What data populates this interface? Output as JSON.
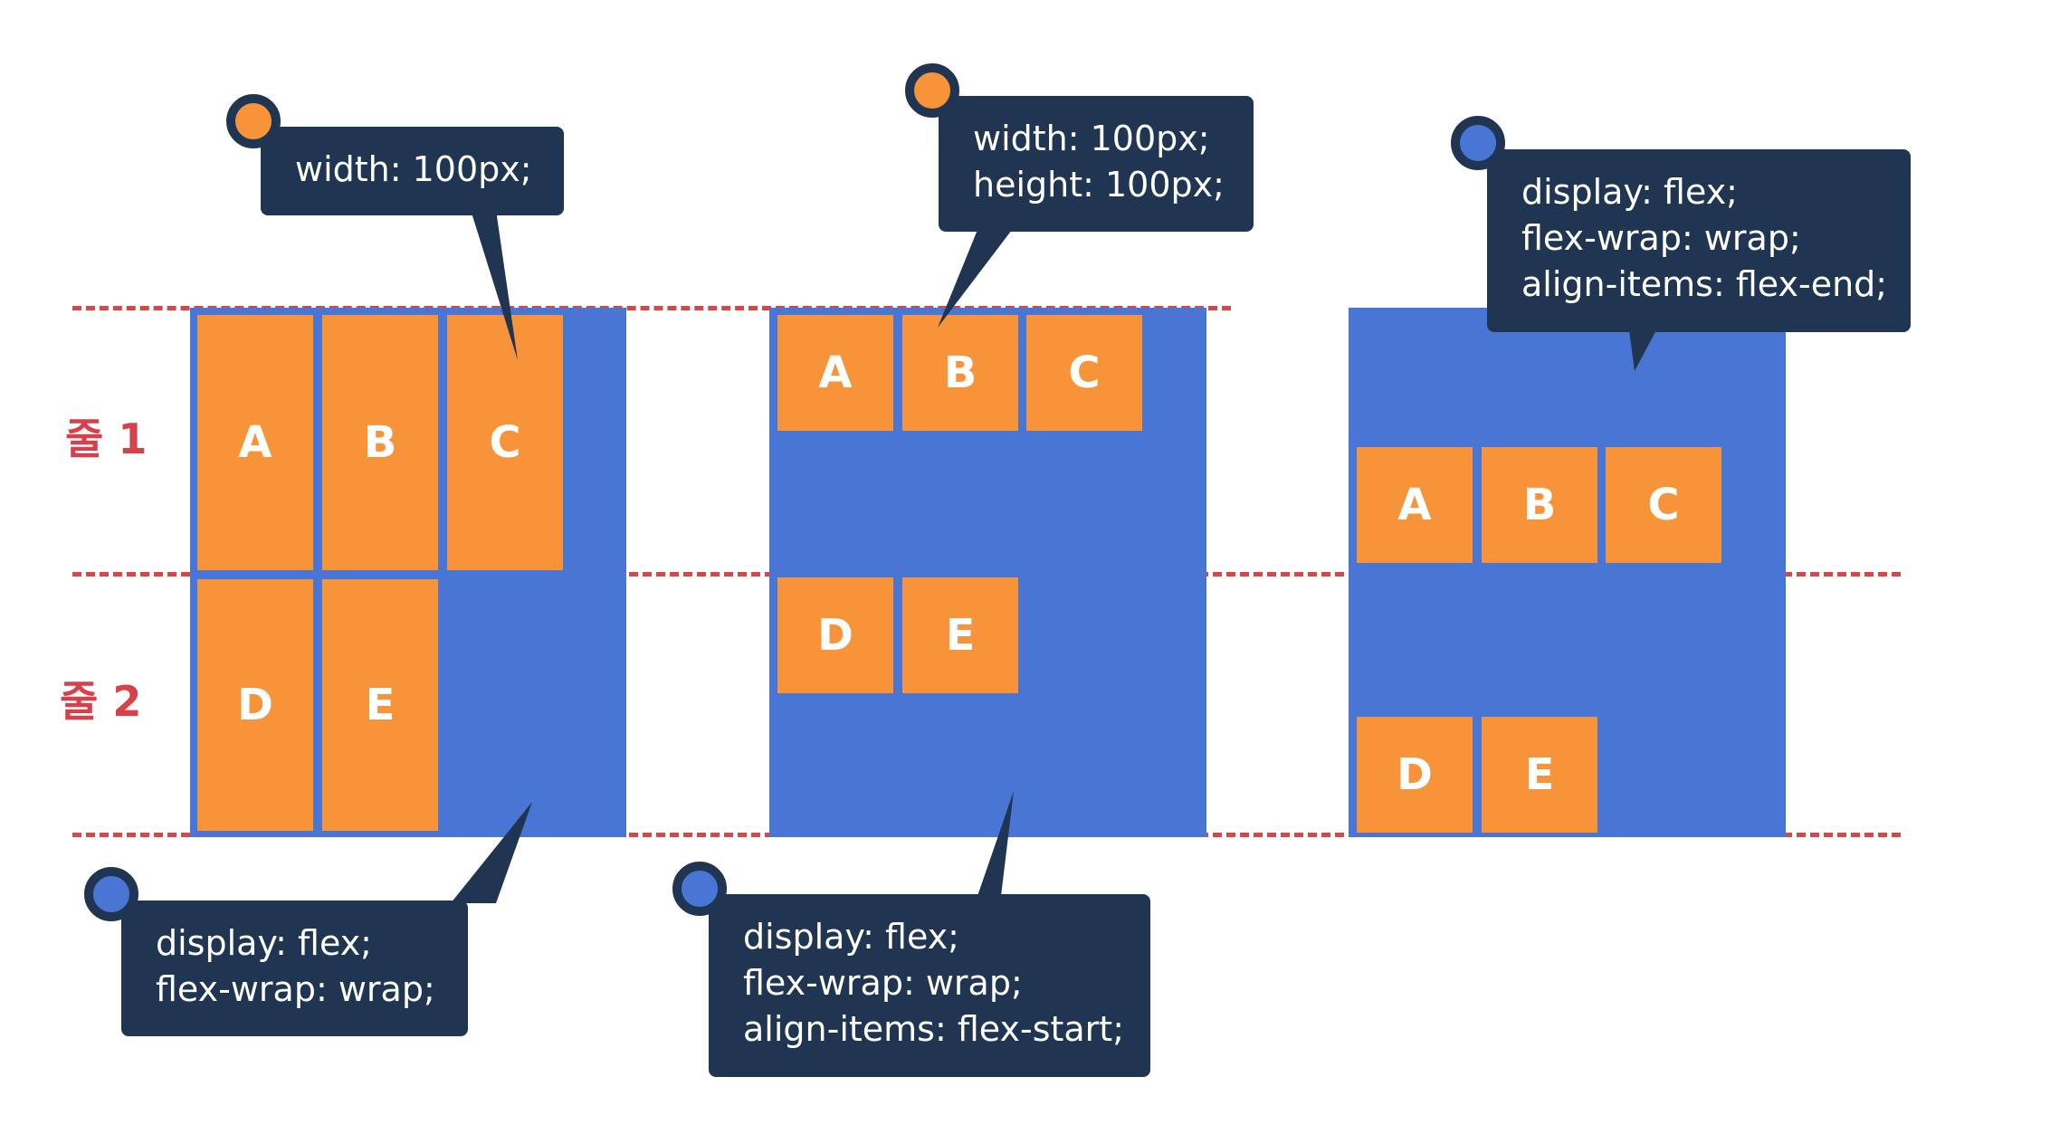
{
  "row_labels": {
    "row1": "줄 1",
    "row2": "줄 2"
  },
  "panels": [
    {
      "items": [
        "A",
        "B",
        "C",
        "D",
        "E"
      ],
      "callout_top": {
        "lines": [
          "width: 100px;"
        ],
        "dot_color": "orange"
      },
      "callout_bottom": {
        "lines": [
          "display: flex;",
          "flex-wrap: wrap;"
        ],
        "dot_color": "blue"
      }
    },
    {
      "items": [
        "A",
        "B",
        "C",
        "D",
        "E"
      ],
      "callout_top": {
        "lines": [
          "width: 100px;",
          "height: 100px;"
        ],
        "dot_color": "orange"
      },
      "callout_bottom": {
        "lines": [
          "display: flex;",
          "flex-wrap: wrap;",
          "align-items: flex-start;"
        ],
        "dot_color": "blue"
      }
    },
    {
      "items": [
        "A",
        "B",
        "C",
        "D",
        "E"
      ],
      "callout_top": {
        "lines": [
          "display: flex;",
          "flex-wrap: wrap;",
          "align-items: flex-end;"
        ],
        "dot_color": "blue"
      }
    }
  ],
  "colors": {
    "container": "#4976d4",
    "item": "#f7943a",
    "callout": "#1f3552",
    "guide": "#d04a48",
    "label": "#d8404a"
  }
}
